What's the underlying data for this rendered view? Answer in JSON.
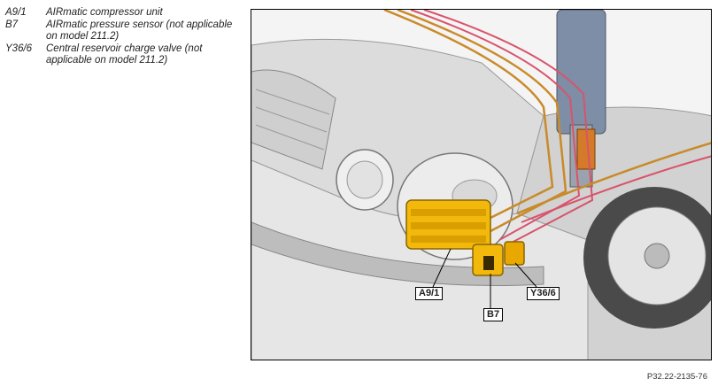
{
  "legend": [
    {
      "code": "A9/1",
      "description": "AIRmatic compressor unit"
    },
    {
      "code": "B7",
      "description": "AIRmatic pressure sensor (not applicable on model 211.2)"
    },
    {
      "code": "Y36/6",
      "description": "Central  reservoir charge valve (not applicable on model 211.2)"
    }
  ],
  "figure": {
    "callouts": {
      "a9_1": "A9/1",
      "b7": "B7",
      "y36_6": "Y36/6"
    },
    "reference": "P32.22-2135-76"
  },
  "colors": {
    "component": "#f2b90c",
    "air_line": "#c98a2a",
    "pressure_line": "#d9536b",
    "strut": "#7d8ea6"
  }
}
